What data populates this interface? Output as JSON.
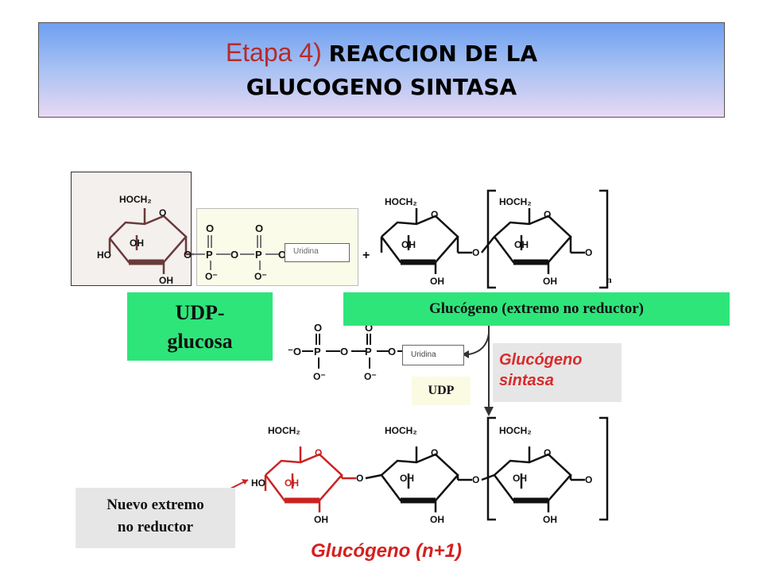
{
  "title": {
    "prefix": "Etapa 4)",
    "main": "REACCION DE LA",
    "line2": "GLUCOGENO SINTASA"
  },
  "labels": {
    "udp_glucosa": "UDP-\nglucosa",
    "glucogeno_extremo": "Glucógeno (extremo no reductor)",
    "glucogeno_sintasa": "Glucógeno\nsintasa",
    "udp": "UDP",
    "nuevo_extremo": "Nuevo extremo\nno reductor",
    "glucogeno_n1": "Glucógeno (n+1)",
    "uridina_top": "Uridina",
    "uridina_mid": "Uridina",
    "repeat_n": "n"
  },
  "colors": {
    "title_prefix": "#b52b2b",
    "green_box": "#2ee57a",
    "enzyme_text": "#d92b2b",
    "product_text": "#d42020"
  }
}
